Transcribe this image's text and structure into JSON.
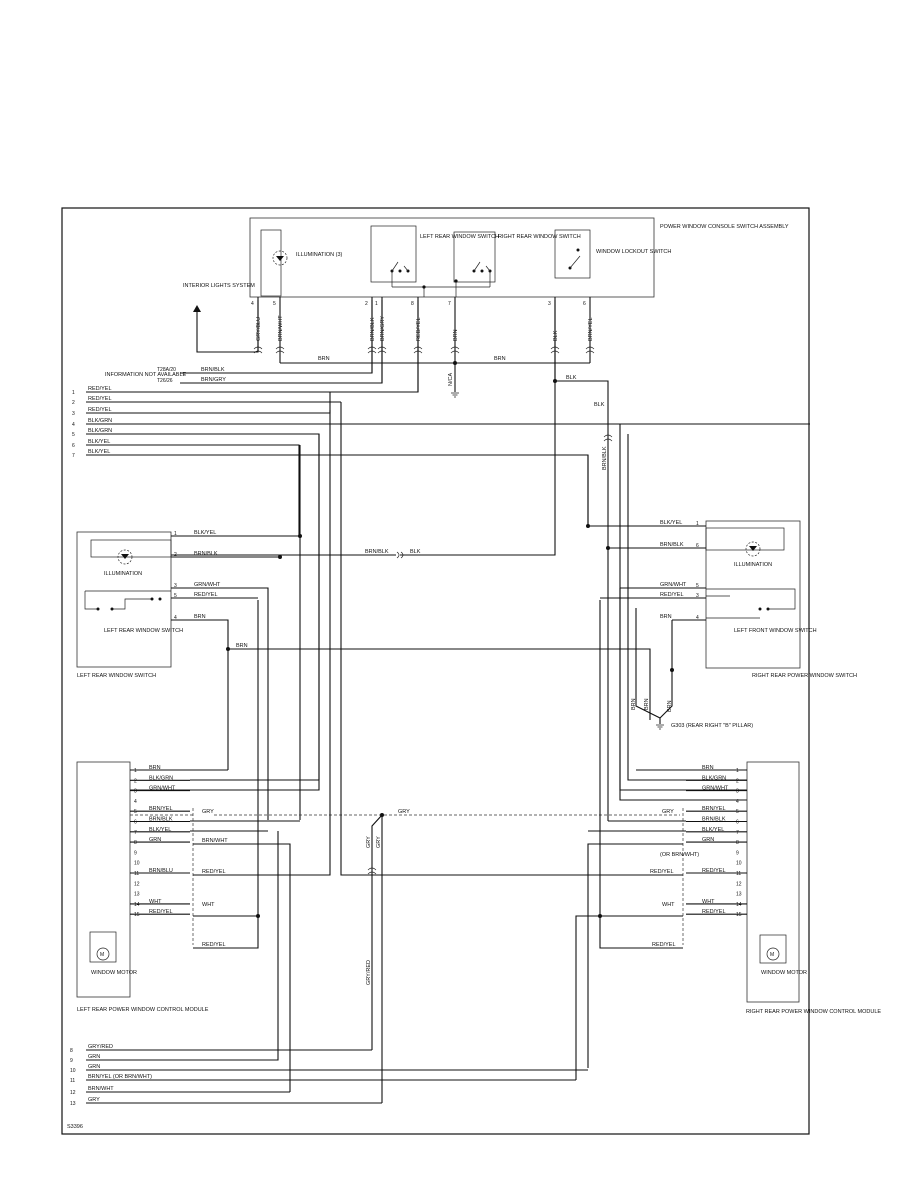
{
  "components": {
    "console_assembly": "POWER WINDOW CONSOLE SWITCH ASSEMBLY",
    "illumination_top": "ILLUMINATION (3)",
    "left_rear_switch_top": "LEFT REAR WINDOW SWITCH",
    "right_rear_switch_top": "RIGHT REAR WINDOW SWITCH",
    "lockout_switch": "WINDOW LOCKOUT SWITCH",
    "interior_lights": "INTERIOR LIGHTS SYSTEM",
    "info_na": "INFORMATION NOT AVAILABLE",
    "left_illumination": "ILLUMINATION",
    "left_rear_switch_inner": "LEFT REAR WINDOW SWITCH",
    "left_rear_switch_caption": "LEFT REAR WINDOW SWITCH",
    "right_illumination": "ILLUMINATION",
    "left_front_switch": "LEFT FRONT WINDOW SWITCH",
    "right_rear_pw_switch": "RIGHT REAR POWER WINDOW SWITCH",
    "ground": "G303 (REAR RIGHT \"B\" PILLAR)",
    "left_motor": "WINDOW MOTOR",
    "right_motor": "WINDOW MOTOR",
    "left_module": "LEFT REAR POWER WINDOW CONTROL MODULE",
    "right_module": "RIGHT REAR POWER WINDOW CONTROL MODULE",
    "figure_id": "S3396",
    "motor_symbol": "M"
  },
  "connectors": {
    "t28a": "T28A/20",
    "t26": "T26/26"
  },
  "top_wires": [
    "GRY/BLU",
    "BRN/WHT",
    "BRN/BLK",
    "BRN/GRY",
    "RED/YEL",
    "BRN",
    "BLK",
    "BRN/YEL"
  ],
  "top_pins": [
    "4",
    "5",
    "2",
    "1",
    "8",
    "7",
    "3",
    "6"
  ],
  "bus_labels": {
    "brn1": "BRN",
    "brn2": "BRN",
    "blk1": "BLK",
    "blk2": "BLK",
    "brn_blk_v": "BRN/BLK",
    "nca": "N/CA",
    "brnblk_h": "BRN/BLK",
    "blk_h": "BLK"
  },
  "info_wires": [
    "BRN/BLK",
    "BRN/GRY"
  ],
  "left_harness": [
    {
      "pin": "1",
      "wire": "RED/YEL"
    },
    {
      "pin": "2",
      "wire": "RED/YEL"
    },
    {
      "pin": "3",
      "wire": "RED/YEL"
    },
    {
      "pin": "4",
      "wire": "BLK/GRN"
    },
    {
      "pin": "5",
      "wire": "BLK/GRN"
    },
    {
      "pin": "6",
      "wire": "BLK/YEL"
    },
    {
      "pin": "7",
      "wire": "BLK/YEL"
    }
  ],
  "left_switch_pins": [
    {
      "pin": "1",
      "wire": "BLK/YEL"
    },
    {
      "pin": "2",
      "wire": "BRN/BLK"
    },
    {
      "pin": "3",
      "wire": "GRN/WHT"
    },
    {
      "pin": "5",
      "wire": "RED/YEL"
    },
    {
      "pin": "4",
      "wire": "BRN"
    }
  ],
  "right_switch_pins": [
    {
      "pin": "1",
      "wire": "BLK/YEL"
    },
    {
      "pin": "6",
      "wire": "BRN/BLK"
    },
    {
      "pin": "5",
      "wire": "GRN/WHT"
    },
    {
      "pin": "3",
      "wire": "RED/YEL"
    },
    {
      "pin": "4",
      "wire": "BRN"
    }
  ],
  "misc_labels": {
    "brn_mid": "BRN",
    "brn_g1": "BRN",
    "brn_g2": "BRN",
    "brn_g3": "BRN",
    "gry_h1": "GRY",
    "gry_h2": "GRY",
    "gry_h3": "GRY",
    "gry_v1": "GRY",
    "gry_v2": "GRY",
    "gry_red_v": "GRY/RED",
    "or_brn_wht": "(OR BRN/WHT)",
    "red_yel_l": "RED/YEL",
    "red_yel_r": "RED/YEL",
    "red_yel_lb": "RED/YEL",
    "red_yel_rb": "RED/YEL",
    "brn_wht_l": "BRN/WHT",
    "grn_l": "GRN",
    "grn_r": "GRN",
    "brn_yel_r": "BRN/YEL",
    "brn_blk_r": "BRN/BLK",
    "blk_yel_r": "BLK/YEL",
    "brn_blu_r": "BRN/BLU",
    "wht_l": "WHT",
    "wht_r": "WHT"
  },
  "left_module_pins": [
    {
      "pin": "1",
      "wire": "BRN"
    },
    {
      "pin": "2",
      "wire": "BLK/GRN"
    },
    {
      "pin": "3",
      "wire": "GRN/WHT"
    },
    {
      "pin": "4",
      "wire": ""
    },
    {
      "pin": "5",
      "wire": "BRN/YEL"
    },
    {
      "pin": "6",
      "wire": "BRN/BLK"
    },
    {
      "pin": "7",
      "wire": "BLK/YEL"
    },
    {
      "pin": "8",
      "wire": "GRN"
    },
    {
      "pin": "9",
      "wire": ""
    },
    {
      "pin": "10",
      "wire": ""
    },
    {
      "pin": "11",
      "wire": "BRN/BLU"
    },
    {
      "pin": "12",
      "wire": ""
    },
    {
      "pin": "13",
      "wire": ""
    },
    {
      "pin": "14",
      "wire": "WHT"
    },
    {
      "pin": "15",
      "wire": "RED/YEL"
    }
  ],
  "right_module_pins": [
    {
      "pin": "1",
      "wire": "BRN"
    },
    {
      "pin": "2",
      "wire": "BLK/GRN"
    },
    {
      "pin": "3",
      "wire": "GRN/WHT"
    },
    {
      "pin": "4",
      "wire": ""
    },
    {
      "pin": "5",
      "wire": "BRN/YEL"
    },
    {
      "pin": "6",
      "wire": "BRN/BLK"
    },
    {
      "pin": "7",
      "wire": "BLK/YEL"
    },
    {
      "pin": "8",
      "wire": "GRN"
    },
    {
      "pin": "9",
      "wire": ""
    },
    {
      "pin": "10",
      "wire": ""
    },
    {
      "pin": "11",
      "wire": "RED/YEL"
    },
    {
      "pin": "12",
      "wire": ""
    },
    {
      "pin": "13",
      "wire": ""
    },
    {
      "pin": "14",
      "wire": "WHT"
    },
    {
      "pin": "15",
      "wire": "RED/YEL"
    }
  ],
  "bottom_harness": [
    {
      "pin": "8",
      "wire": "GRY/RED"
    },
    {
      "pin": "9",
      "wire": "GRN"
    },
    {
      "pin": "10",
      "wire": "GRN"
    },
    {
      "pin": "11",
      "wire": "BRN/YEL (OR BRN/WHT)"
    },
    {
      "pin": "12",
      "wire": "BRN/WHT"
    },
    {
      "pin": "13",
      "wire": "GRY"
    }
  ]
}
